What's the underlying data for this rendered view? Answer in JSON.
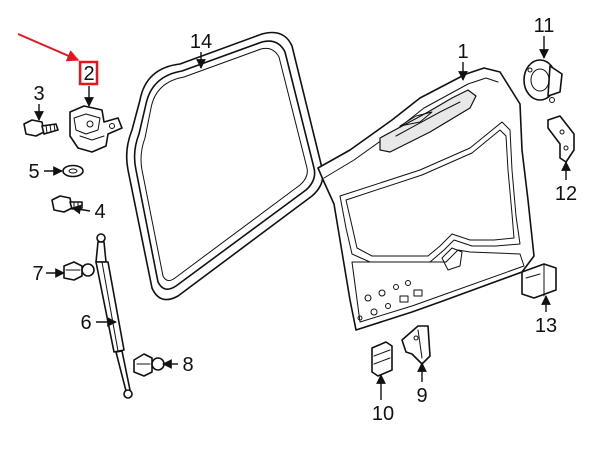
{
  "diagram": {
    "callouts": [
      {
        "id": "c1",
        "number": "1"
      },
      {
        "id": "c2",
        "number": "2",
        "highlighted": true
      },
      {
        "id": "c3",
        "number": "3"
      },
      {
        "id": "c4",
        "number": "4"
      },
      {
        "id": "c5",
        "number": "5"
      },
      {
        "id": "c6",
        "number": "6"
      },
      {
        "id": "c7",
        "number": "7"
      },
      {
        "id": "c8",
        "number": "8"
      },
      {
        "id": "c9",
        "number": "9"
      },
      {
        "id": "c10",
        "number": "10"
      },
      {
        "id": "c11",
        "number": "11"
      },
      {
        "id": "c12",
        "number": "12"
      },
      {
        "id": "c13",
        "number": "13"
      },
      {
        "id": "c14",
        "number": "14"
      }
    ],
    "colors": {
      "line": "#111111",
      "highlight_box": "#e8141c",
      "pointer_arrow": "#e8141c",
      "background": "#ffffff"
    }
  }
}
